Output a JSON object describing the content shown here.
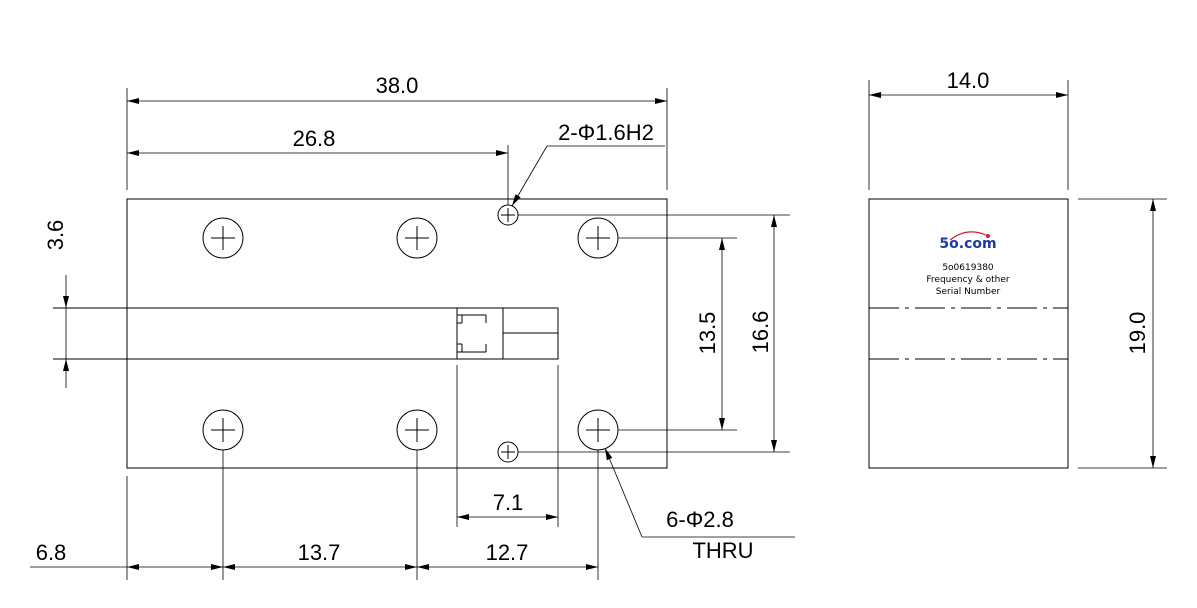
{
  "dimensions": {
    "overall_length": "38.0",
    "hole_offset_x": "26.8",
    "small_hole_callout": "2-Φ1.6H2",
    "connector_offset": "3.6",
    "hole_spacing_y": "13.5",
    "small_hole_spacing_y": "16.6",
    "connector_width": "7.1",
    "large_hole_callout": "6-Φ2.8",
    "thru_note": "THRU",
    "edge_to_hole": "6.8",
    "hole_pitch_1": "13.7",
    "hole_pitch_2": "12.7",
    "side_width": "14.0",
    "side_height": "19.0"
  },
  "label": {
    "logo": "5o.com",
    "serial": "5o0619380",
    "line2": "Frequency & other",
    "line3": "Serial Number"
  }
}
